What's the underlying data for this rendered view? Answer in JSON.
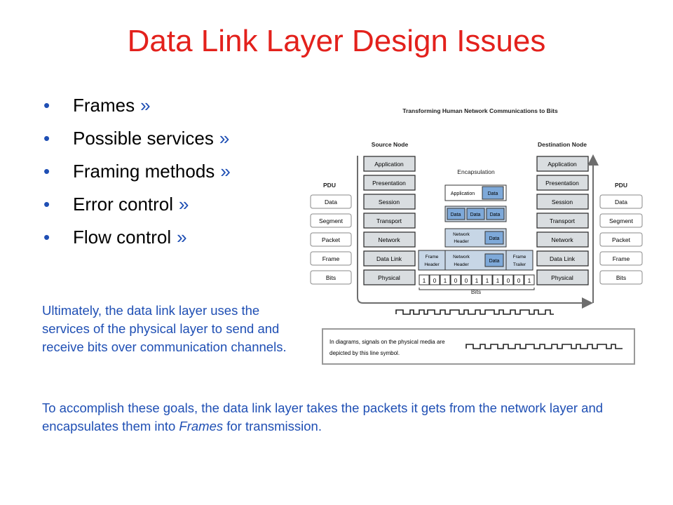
{
  "slide": {
    "title": "Data Link Layer Design Issues",
    "arrow_glyph": "»",
    "bullets": [
      {
        "label": "Frames"
      },
      {
        "label": "Possible services"
      },
      {
        "label": "Framing methods"
      },
      {
        "label": "Error control"
      },
      {
        "label": "Flow control"
      }
    ],
    "para1": "Ultimately, the data link layer uses the services of the physical layer to send and receive bits over communication channels.",
    "para2": {
      "before": "To accomplish these goals, the data link layer takes the packets it gets from the network layer and encapsulates them into ",
      "italic": "Frames",
      "after": " for transmission."
    }
  },
  "diagram": {
    "title": "Transforming Human Network Communications to Bits",
    "source_label": "Source Node",
    "dest_label": "Destination Node",
    "pdu_label": "PDU",
    "encap_label": "Encapsulation",
    "layers": [
      "Application",
      "Presentation",
      "Session",
      "Transport",
      "Network",
      "Data Link",
      "Physical"
    ],
    "pdus": [
      "Data",
      "Segment",
      "Packet",
      "Frame",
      "Bits"
    ],
    "encap": {
      "application": "Application",
      "data": "Data",
      "network_header": [
        "Network",
        "Header"
      ],
      "frame_header": [
        "Frame",
        "Header"
      ],
      "frame_trailer": [
        "Frame",
        "Trailer"
      ]
    },
    "bit_values": [
      "1",
      "0",
      "1",
      "0",
      "0",
      "1",
      "1",
      "1",
      "0",
      "0",
      "1"
    ],
    "bits_label": "Bits",
    "legend_text": [
      "In diagrams, signals on the physical media are",
      "depicted by this line symbol."
    ]
  },
  "colors": {
    "title": "#e3211c",
    "accent_text": "#1f4fb4",
    "layer_box": "#d9dde0",
    "data_box": "#7ea9d9",
    "arrow": "#6d6d6d"
  }
}
